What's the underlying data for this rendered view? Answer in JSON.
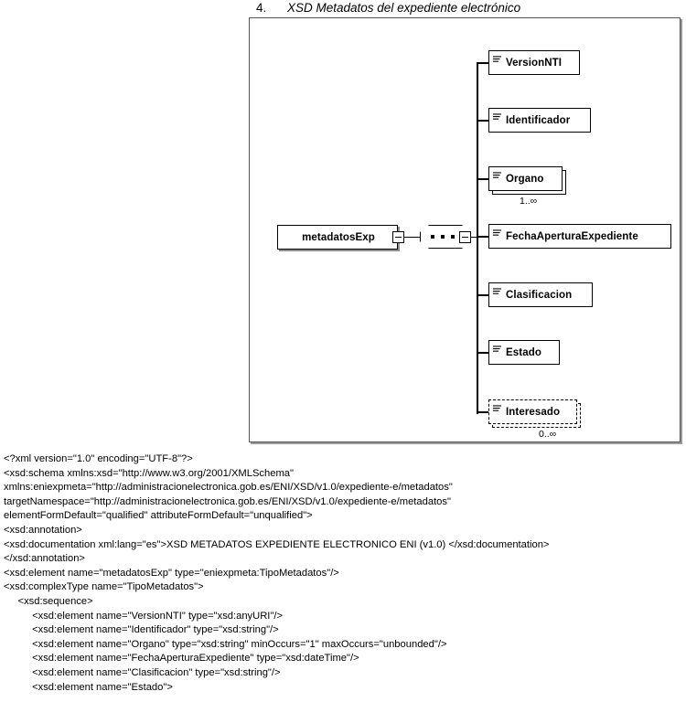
{
  "figure": {
    "number": "4.",
    "title": "XSD Metadatos del expediente electrónico"
  },
  "diagram": {
    "root": {
      "label": "metadatosExp",
      "collapse_icon": "minus-icon"
    },
    "compositor": {
      "type": "sequence",
      "icon": "sequence-dots-icon",
      "collapse_icon": "minus-icon"
    },
    "children": [
      {
        "label": "VersionNTI",
        "icon": "element-lines-icon",
        "repeating": false,
        "optional": false,
        "occurs": ""
      },
      {
        "label": "Identificador",
        "icon": "element-lines-icon",
        "repeating": false,
        "optional": false,
        "occurs": ""
      },
      {
        "label": "Organo",
        "icon": "element-lines-icon",
        "repeating": true,
        "optional": false,
        "occurs": "1..∞"
      },
      {
        "label": "FechaAperturaExpediente",
        "icon": "element-lines-icon",
        "repeating": false,
        "optional": false,
        "occurs": ""
      },
      {
        "label": "Clasificacion",
        "icon": "element-lines-icon",
        "repeating": false,
        "optional": false,
        "occurs": ""
      },
      {
        "label": "Estado",
        "icon": "element-lines-icon",
        "repeating": false,
        "optional": false,
        "occurs": ""
      },
      {
        "label": "Interesado",
        "icon": "element-lines-icon",
        "repeating": true,
        "optional": true,
        "occurs": "0..∞"
      }
    ]
  },
  "source_code": {
    "language": "xml",
    "lines": [
      "<?xml version=\"1.0\" encoding=\"UTF-8\"?>",
      "<xsd:schema xmlns:xsd=\"http://www.w3.org/2001/XMLSchema\"",
      "xmlns:eniexpmeta=\"http://administracionelectronica.gob.es/ENI/XSD/v1.0/expediente-e/metadatos\"",
      "targetNamespace=\"http://administracionelectronica.gob.es/ENI/XSD/v1.0/expediente-e/metadatos\"",
      "elementFormDefault=\"qualified\" attributeFormDefault=\"unqualified\">",
      "<xsd:annotation>",
      "<xsd:documentation xml:lang=\"es\">XSD METADATOS EXPEDIENTE ELECTRONICO ENI (v1.0) </xsd:documentation>",
      "</xsd:annotation>",
      "<xsd:element name=\"metadatosExp\" type=\"eniexpmeta:TipoMetadatos\"/>",
      "<xsd:complexType name=\"TipoMetadatos\">",
      "     <xsd:sequence>",
      "          <xsd:element name=\"VersionNTI\" type=\"xsd:anyURI\"/>",
      "          <xsd:element name=\"Identificador\" type=\"xsd:string\"/>",
      "          <xsd:element name=\"Organo\" type=\"xsd:string\" minOccurs=\"1\" maxOccurs=\"unbounded\"/>",
      "          <xsd:element name=\"FechaAperturaExpediente\" type=\"xsd:dateTime\"/>",
      "          <xsd:element name=\"Clasificacion\" type=\"xsd:string\"/>",
      "          <xsd:element name=\"Estado\">"
    ]
  }
}
